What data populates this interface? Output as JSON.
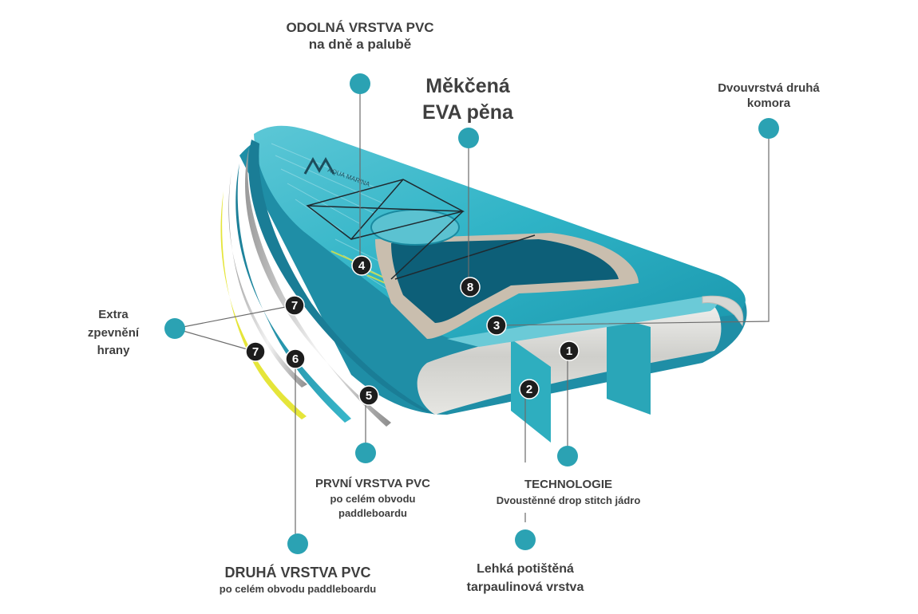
{
  "colors": {
    "accent": "#2ba2b3",
    "text": "#3f3f3f",
    "board_teal": "#2fb3c6",
    "board_dark": "#0f6f86",
    "yellow_stripe": "#e8e83a",
    "badge": "#1d1d1d"
  },
  "brand": {
    "logo_text": "AQUA MARINA"
  },
  "labels": {
    "pvc_deck": {
      "line1": "ODOLNÁ VRSTVA PVC",
      "line2": "na dně a palubě"
    },
    "eva": {
      "line1": "Měkčená",
      "line2": "EVA pěna"
    },
    "second_chamber": {
      "line1": "Dvouvrstvá druhá",
      "line2": "komora"
    },
    "edge": {
      "line1": "Extra",
      "line2": "zpevnění",
      "line3": "hrany"
    },
    "first_pvc": {
      "line1": "PRVNÍ VRSTVA PVC",
      "line2": "po celém obvodu",
      "line3": "paddleboardu"
    },
    "second_pvc": {
      "line1": "DRUHÁ VRSTVA PVC",
      "line2": "po celém obvodu paddleboardu"
    },
    "technology": {
      "line1": "TECHNOLOGIE",
      "line2": "Dvoustěnné drop stitch jádro"
    },
    "tarpaulin": {
      "line1": "Lehká potištěná",
      "line2": "tarpaulinová vrstva"
    }
  },
  "badges": {
    "b1": "1",
    "b2": "2",
    "b3": "3",
    "b4": "4",
    "b5": "5",
    "b6": "6",
    "b7a": "7",
    "b7b": "7",
    "b8": "8"
  }
}
